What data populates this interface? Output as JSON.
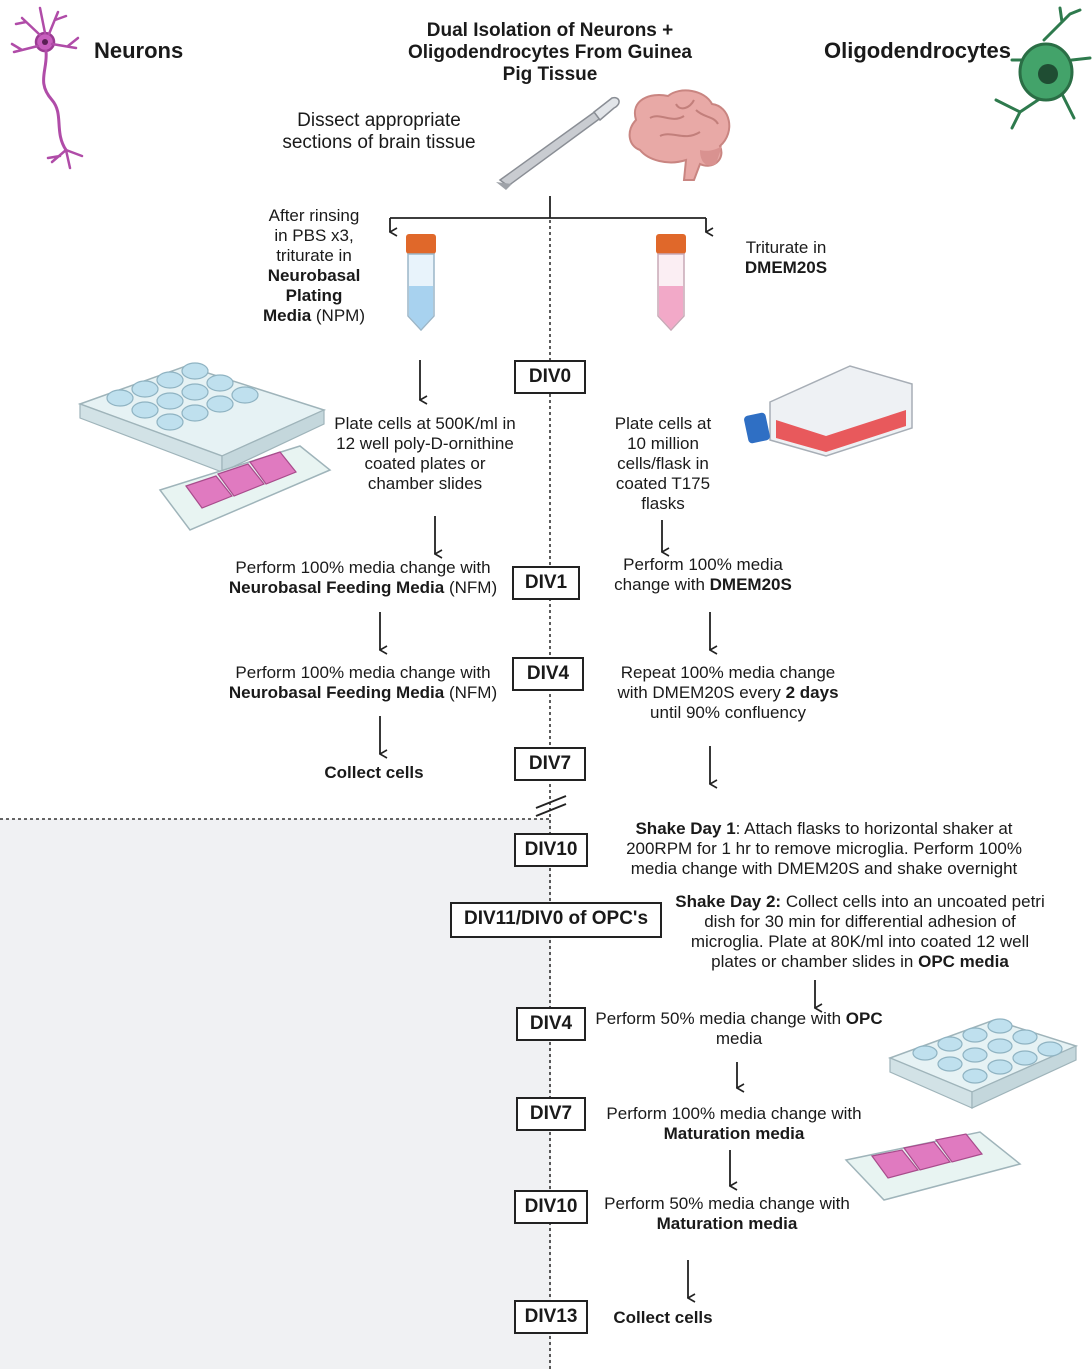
{
  "header": {
    "left_label": "Neurons",
    "right_label": "Oligodendrocytes",
    "title_l1": "Dual Isolation of Neurons +",
    "title_l2": "Oligodendrocytes From Guinea",
    "title_l3": "Pig Tissue"
  },
  "dissect": {
    "l1": "Dissect appropriate",
    "l2": "sections of brain tissue"
  },
  "neuron_prep": {
    "l1": "After rinsing",
    "l2": "in PBS x3,",
    "l3": "triturate in",
    "l4_bold": "Neurobasal",
    "l5_bold": "Plating",
    "l6_bold": "Media",
    "l6_rest": " (NPM)"
  },
  "oligo_prep": {
    "l1": "Triturate in",
    "l2_bold": "DMEM20S"
  },
  "days": {
    "div0": "DIV0",
    "div1": "DIV1",
    "div4": "DIV4",
    "div7": "DIV7",
    "div10": "DIV10",
    "div11": "DIV11/DIV0 of OPC's",
    "div4b": "DIV4",
    "div7b": "DIV7",
    "div10b": "DIV10",
    "div13": "DIV13"
  },
  "neuron_steps": {
    "plate_l1": "Plate cells at 500K/ml in",
    "plate_l2": "12 well poly-D-ornithine",
    "plate_l3": "coated plates or",
    "plate_l4": "chamber slides",
    "change1_l1": "Perform 100% media change with",
    "change1_bold": "Neurobasal Feeding Media",
    "change1_rest": " (NFM)",
    "change2_l1": "Perform 100% media change with",
    "change2_bold": "Neurobasal Feeding Media",
    "change2_rest": " (NFM)",
    "collect": "Collect cells"
  },
  "oligo_steps": {
    "plate_l1": "Plate cells at",
    "plate_l2": "10 million",
    "plate_l3": "cells/flask in",
    "plate_l4": "coated T175",
    "plate_l5": "flasks",
    "change1_l1": "Perform 100% media",
    "change1_l2": "change with ",
    "change1_bold": "DMEM20S",
    "repeat_l1": "Repeat 100% media change",
    "repeat_l2a": "with DMEM20S every ",
    "repeat_l2_bold": "2 days",
    "repeat_l3": "until 90% confluency",
    "shake1_bold": "Shake Day 1",
    "shake1_l1": ": Attach flasks to horizontal shaker at",
    "shake1_l2": "200RPM for 1 hr to remove microglia. Perform 100%",
    "shake1_l3": "media change with DMEM20S and shake overnight",
    "shake2_bold": "Shake Day 2:",
    "shake2_l1": " Collect cells into an uncoated petri",
    "shake2_l2": "dish for 30 min for differential adhesion of",
    "shake2_l3": "microglia. Plate at 80K/ml into coated 12 well",
    "shake2_l4a": "plates or chamber slides in ",
    "shake2_l4_bold": "OPC media",
    "opc1_l1a": "Perform 50% media change with ",
    "opc1_l1_bold": "OPC",
    "opc1_l2": "media",
    "mat1_l1": "Perform 100% media change with",
    "mat1_bold": "Maturation media",
    "mat2_l1": "Perform 50% media change with",
    "mat2_bold": "Maturation media",
    "collect": "Collect cells"
  },
  "colors": {
    "neuron": "#b04ca8",
    "oligo": "#2e7a4d",
    "tube_cap": "#e0682a",
    "plate_pink": "#e07ac0",
    "flask_red": "#e8595c"
  }
}
